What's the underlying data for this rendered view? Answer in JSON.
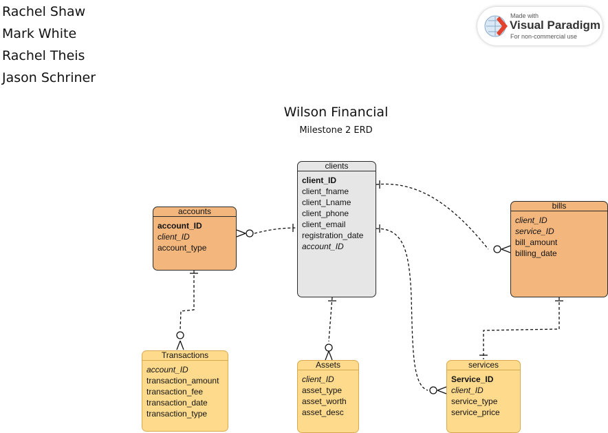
{
  "authors": [
    "Rachel Shaw",
    "Mark White",
    "Rachel Theis",
    "Jason Schriner"
  ],
  "title": "Wilson Financial",
  "subtitle": "Milestone 2 ERD",
  "badge": {
    "made": "Made with",
    "name": "Visual Paradigm",
    "use": "For non-commercial use"
  },
  "entities": {
    "clients": {
      "name": "clients",
      "attributes": [
        "client_ID",
        "client_fname",
        "client_Lname",
        "client_phone",
        "client_email",
        "registration_date",
        "account_ID"
      ]
    },
    "accounts": {
      "name": "accounts",
      "attributes": [
        "account_ID",
        "client_ID",
        "account_type"
      ]
    },
    "bills": {
      "name": "bills",
      "attributes": [
        "client_ID",
        "service_ID",
        "bill_amount",
        "billing_date"
      ]
    },
    "transactions": {
      "name": "Transactions",
      "attributes": [
        "account_ID",
        "transaction_amount",
        "transaction_fee",
        "transaction_date",
        "transaction_type"
      ]
    },
    "assets": {
      "name": "Assets",
      "attributes": [
        "client_ID",
        "asset_type",
        "asset_worth",
        "asset_desc"
      ]
    },
    "services": {
      "name": "services",
      "attributes": [
        "Service_ID",
        "client_ID",
        "service_type",
        "service_price"
      ]
    }
  }
}
